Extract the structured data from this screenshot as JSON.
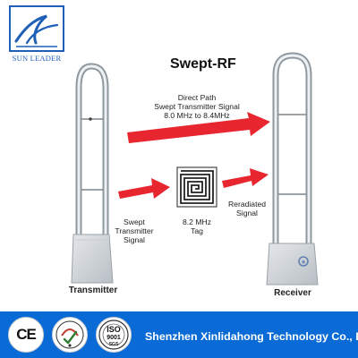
{
  "logo": {
    "text": "SUN LEADER",
    "brand_color": "#1f5fb8"
  },
  "diagram": {
    "title": "Swept-RF",
    "direct_path": {
      "line1": "Direct Path",
      "line2": "Swept Transmitter Signal",
      "line3": "8.0 MHz to 8.4MHz"
    },
    "swept_signal": {
      "line1": "Swept",
      "line2": "Transmitter",
      "line3": "Signal"
    },
    "tag": {
      "line1": "8.2 MHz",
      "line2": "Tag"
    },
    "reradiated": {
      "line1": "Reradiated",
      "line2": "Signal"
    },
    "transmitter_label": "Transmitter",
    "receiver_label": "Receiver",
    "arrow_color": "#e8262f"
  },
  "footer": {
    "company": "Shenzhen Xinlidahong Technology Co., Ltd",
    "background": "#0a6bd6",
    "badges": {
      "ce": "CE",
      "iso_top": "ISO",
      "iso_num": "9001",
      "sgs": "SGS"
    }
  }
}
